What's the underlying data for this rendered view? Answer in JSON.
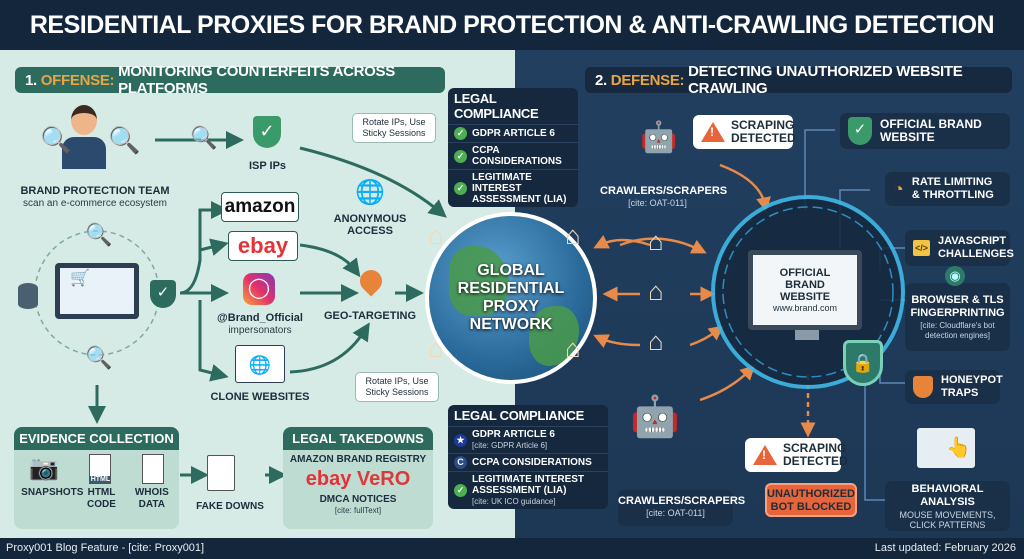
{
  "title": "RESIDENTIAL PROXIES FOR BRAND PROTECTION & ANTI-CRAWLING DETECTION",
  "offense": {
    "number": "1.",
    "keyword": "OFFENSE:",
    "heading": "MONITORING COUNTERFEITS ACROSS PLATFORMS",
    "team_label": "BRAND PROTECTION TEAM",
    "team_sub": "scan an e-commerce ecosystem",
    "isp_label": "ISP IPs",
    "platforms": [
      "amazon",
      "ebay"
    ],
    "instagram_handle": "@Brand_Official",
    "instagram_sub": "impersonators",
    "clone_label": "CLONE WEBSITES",
    "anonymous_label": "ANONYMOUS ACCESS",
    "geo_label": "GEO-TARGETING",
    "rotate_note": "Rotate IPs, Use Sticky Sessions"
  },
  "evidence": {
    "title": "EVIDENCE COLLECTION",
    "items": [
      "SNAPSHOTS",
      "HTML CODE",
      "WHOIS DATA"
    ],
    "html_badge": "HTML",
    "fake_downs": "FAKE DOWNS"
  },
  "takedowns": {
    "title": "LEGAL TAKEDOWNS",
    "registry": "AMAZON BRAND REGISTRY",
    "ebay": "ebay",
    "vero": "VeRO",
    "dmca": "DMCA NOTICES",
    "cite": "[cite: fullText]"
  },
  "legal_top": {
    "title": "LEGAL COMPLIANCE",
    "items": [
      "GDPR ARTICLE 6",
      "CCPA CONSIDERATIONS",
      "LEGITIMATE INTEREST ASSESSMENT (LIA)"
    ]
  },
  "legal_bottom": {
    "title": "LEGAL COMPLIANCE",
    "items": [
      {
        "label": "GDPR ARTICLE 6",
        "cite": "[cite: GDPR Article 6]"
      },
      {
        "label": "CCPA CONSIDERATIONS",
        "cite": ""
      },
      {
        "label": "LEGITIMATE INTEREST ASSESSMENT (LIA)",
        "cite": "[cite: UK ICO guidance]"
      }
    ]
  },
  "globe_label": "GLOBAL RESIDENTIAL PROXY NETWORK",
  "defense": {
    "number": "2.",
    "keyword": "DEFENSE:",
    "heading": "DETECTING UNAUTHORIZED WEBSITE CRAWLING",
    "crawlers_label": "CRAWLERS/SCRAPERS",
    "crawlers_cite": "[cite: OAT-011]",
    "alert": "SCRAPING DETECTED",
    "monitor_title": "OFFICIAL BRAND WEBSITE",
    "monitor_url": "www.brand.com",
    "blocked": "UNAUTHORIZED BOT BLOCKED",
    "features": [
      {
        "label": "OFFICIAL  BRAND WEBSITE",
        "icon": "shield-check-icon"
      },
      {
        "label": "RATE LIMITING & THROTTLING",
        "icon": "gauge-icon"
      },
      {
        "label": "JAVASCRIPT CHALLENGES",
        "icon": "code-file-icon"
      },
      {
        "label": "BROWSER & TLS FINGERPRINTING",
        "cite": "[cite: Cloudflare's bot detection engines]",
        "icon": "fingerprint-icon"
      },
      {
        "label": "HONEYPOT TRAPS",
        "icon": "honeypot-shield-icon"
      },
      {
        "label": "BEHAVIORAL ANALYSIS",
        "sub": "MOUSE MOVEMENTS, CLICK PATTERNS",
        "icon": "click-analysis-icon"
      }
    ]
  },
  "footer": {
    "left": "Proxy001 Blog Feature - [cite: Proxy001]",
    "right": "Last updated: February 2026"
  },
  "colors": {
    "offense_bg": "#d6ebe5",
    "defense_bg": "#223f60",
    "teal": "#2d6b5e",
    "accent": "#e9a444",
    "alert": "#e8643a"
  }
}
